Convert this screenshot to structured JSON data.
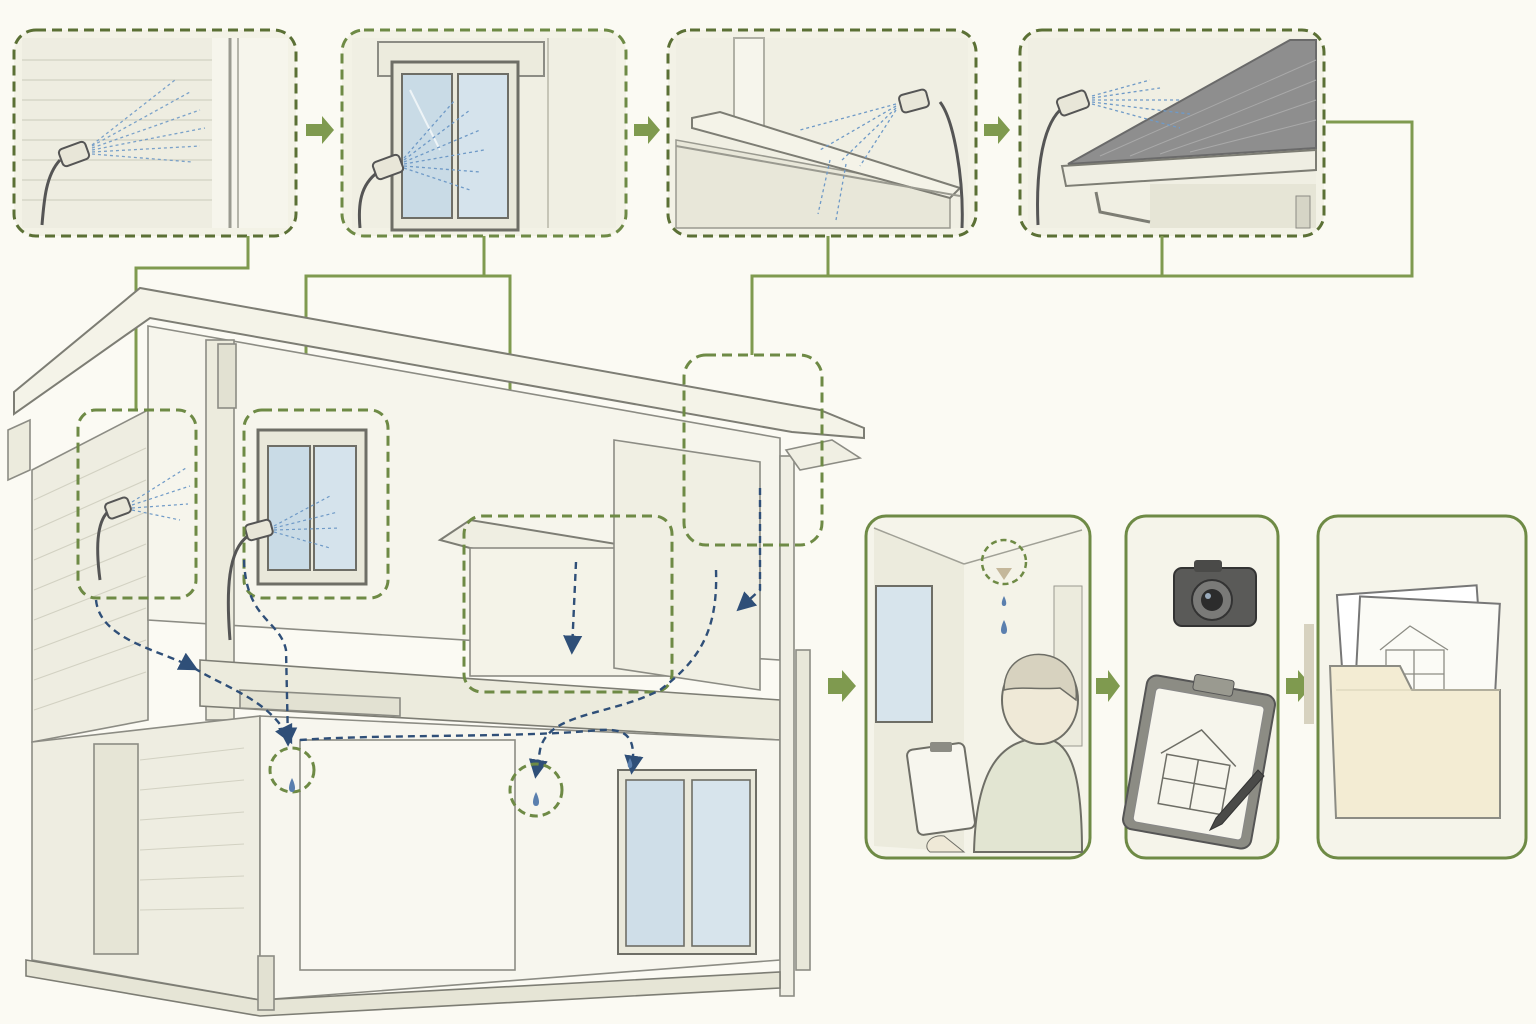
{
  "colors": {
    "background": "#fbfaf3",
    "panel_fill": "#f3f2e6",
    "frame_green": "#6e8a45",
    "frame_green_dark": "#5b7035",
    "arrow_green": "#7f9a4f",
    "water_blue": "#2f4f78",
    "spray_blue": "#6f9ac7",
    "line_gray": "#8c8c84",
    "wall_light": "#f4f3e8",
    "wall_shadow": "#e6e5d6",
    "roof_gray": "#8e8e8e",
    "folder_fill": "#f3ecd3"
  },
  "test_steps": [
    {
      "id": "wall",
      "icon": "siding-wall-spray-icon"
    },
    {
      "id": "window",
      "icon": "window-spray-icon"
    },
    {
      "id": "balcony",
      "icon": "balcony-parapet-spray-icon"
    },
    {
      "id": "roof",
      "icon": "roof-eave-spray-icon"
    }
  ],
  "findings_steps": [
    {
      "id": "inspect",
      "icon": "inspector-leak-icon"
    },
    {
      "id": "record",
      "icon": "camera-clipboard-icon"
    },
    {
      "id": "report",
      "icon": "report-folder-icon"
    }
  ]
}
